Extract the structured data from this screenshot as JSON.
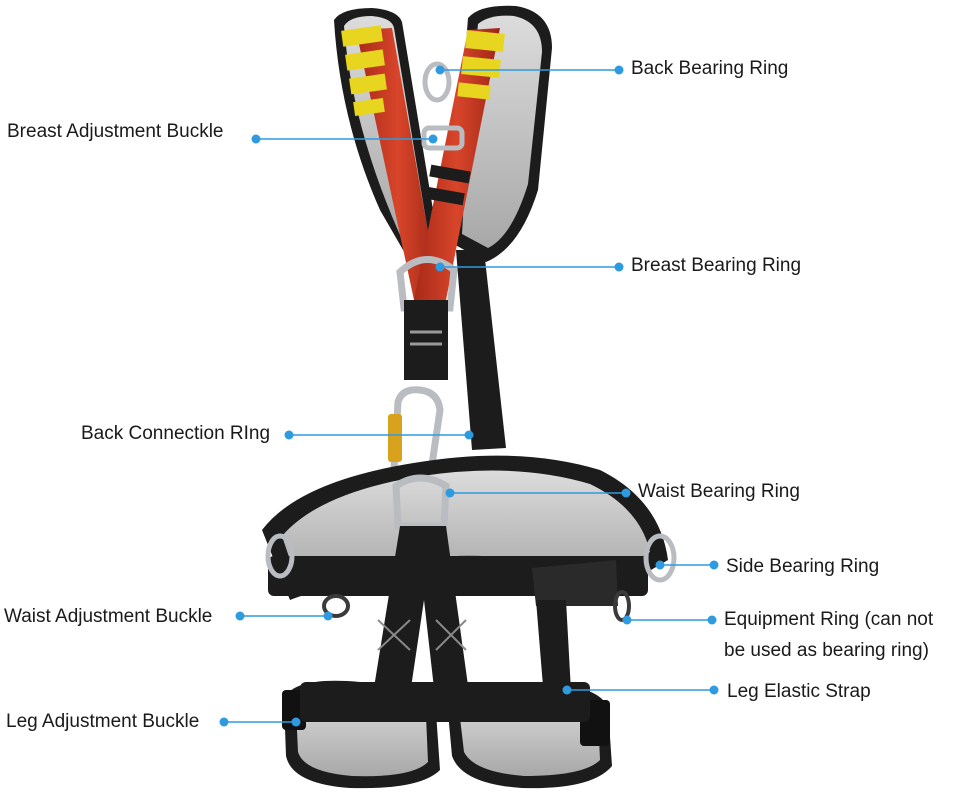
{
  "colors": {
    "leader_line": "#2e9be0",
    "leader_dot": "#2e9be0",
    "harness_red": "#c8341f",
    "harness_yellow": "#e8d51f",
    "harness_black": "#1c1c1c",
    "padding_gray": "#c9c9c9",
    "metal": "#b9bcc0",
    "carabiner_gold": "#d9a21c"
  },
  "callouts": {
    "back_bearing_ring": "Back Bearing Ring",
    "breast_adjustment_buckle": "Breast Adjustment Buckle",
    "breast_bearing_ring": "Breast Bearing Ring",
    "back_connection_ring": "Back Connection RIng",
    "waist_bearing_ring": "Waist Bearing Ring",
    "side_bearing_ring": "Side Bearing Ring",
    "waist_adjustment_buckle": "Waist Adjustment Buckle",
    "equipment_ring": "Equipment Ring (can not\nbe used as bearing ring)",
    "leg_elastic_strap": "Leg Elastic Strap",
    "leg_adjustment_buckle": "Leg Adjustment Buckle"
  }
}
